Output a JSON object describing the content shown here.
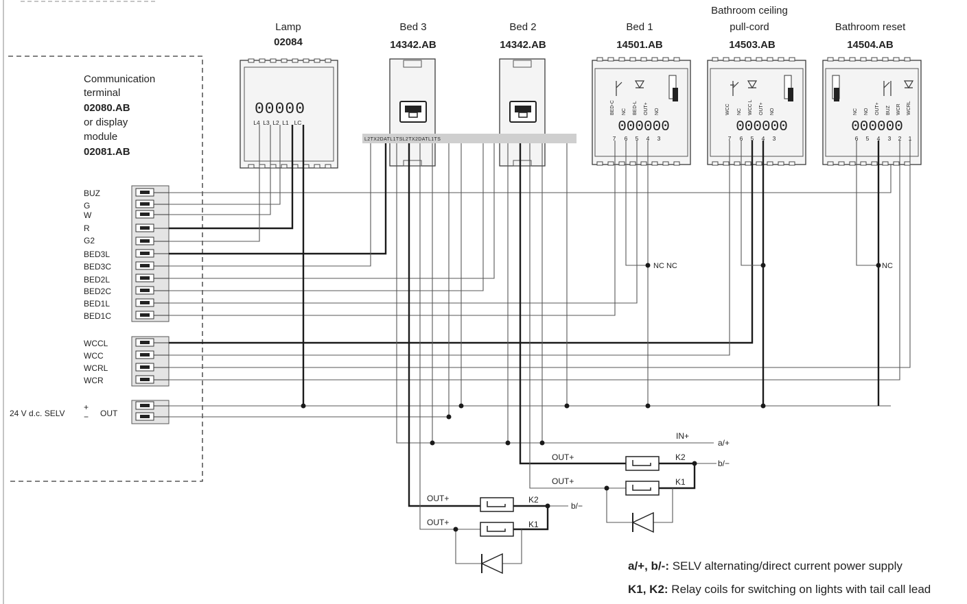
{
  "comm_terminal": {
    "line1": "Communication",
    "line2": "terminal",
    "code1": "02080.AB",
    "line3": "or display",
    "line4": "module",
    "code2": "02081.AB"
  },
  "terminals_top": [
    "BUZ",
    "G",
    "W",
    "R",
    "G2",
    "BED3L",
    "BED3C",
    "BED2L",
    "BED2C",
    "BED1L",
    "BED1C"
  ],
  "terminals_wc": [
    "WCCL",
    "WCC",
    "WCRL",
    "WCR"
  ],
  "supply": {
    "label": "24 V d.c. SELV",
    "plus": "+",
    "minus": "−",
    "out": "OUT"
  },
  "devices": {
    "lamp": {
      "name": "Lamp",
      "code": "02084",
      "digits": "00000",
      "pins": [
        "L4",
        "L3",
        "L2",
        "L1",
        "LC"
      ]
    },
    "bed3": {
      "name": "Bed 3",
      "code": "14342.AB"
    },
    "bed2": {
      "name": "Bed 2",
      "code": "14342.AB"
    },
    "bed1": {
      "name": "Bed 1",
      "code": "14501.AB",
      "digits": "000000",
      "pins": [
        "7",
        "6",
        "5",
        "4",
        "3"
      ],
      "labels": [
        "BED-C",
        "NC",
        "BED-L",
        "OUT+",
        "NO"
      ]
    },
    "pullcord": {
      "name1": "Bathroom ceiling",
      "name2": "pull-cord",
      "code": "14503.AB",
      "digits": "000000",
      "pins": [
        "7",
        "6",
        "5",
        "4",
        "3"
      ],
      "labels": [
        "WCC",
        "NC",
        "WCC L",
        "OUT+",
        "NO"
      ]
    },
    "reset": {
      "name": "Bathroom reset",
      "code": "14504.AB",
      "digits": "000000",
      "pins": [
        "6",
        "5",
        "4",
        "3",
        "2",
        "1"
      ],
      "labels": [
        "NC",
        "NO",
        "OUT+",
        "BUZ",
        "WCR",
        "WCRL"
      ]
    }
  },
  "bus_strip": "L2TX2DATL1TSL2TX2DATL1TS",
  "junctions": {
    "ncnc": "NC NC",
    "nc": "NC"
  },
  "relay_right": {
    "in": "IN+",
    "a": "a/+",
    "b": "b/−",
    "out1": "OUT+",
    "out2": "OUT+",
    "k2": "K2",
    "k1": "K1"
  },
  "relay_left": {
    "b": "b/−",
    "out1": "OUT+",
    "out2": "OUT+",
    "k2": "K2",
    "k1": "K1"
  },
  "legend": {
    "l1_bold": "a/+, b/-:",
    "l1_text": " SELV alternating/direct current power supply",
    "l2_bold": "K1, K2:",
    "l2_text": "  Relay coils for switching on lights with tail call lead"
  }
}
